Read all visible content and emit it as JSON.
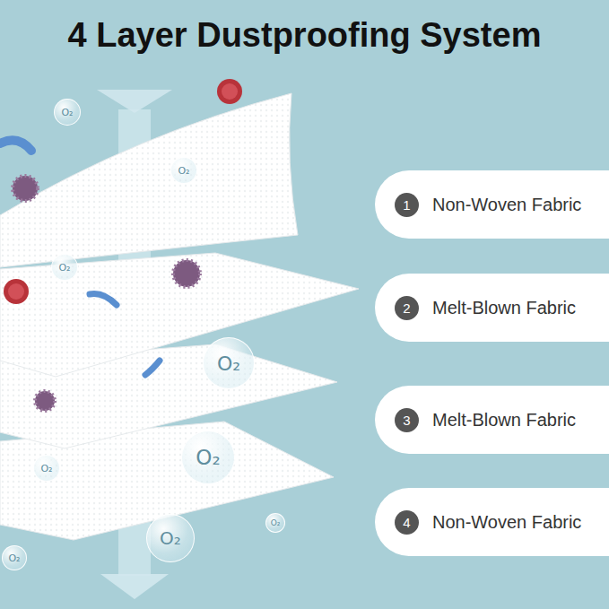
{
  "diagram": {
    "title": "4 Layer Dustproofing System",
    "nodes": [
      {
        "text": [
          "Non-Woven Fabric"
        ]
      },
      {
        "text": [
          "1"
        ],
        "in": 0
      },
      {
        "text": [
          "Melt-Blown Fabric"
        ]
      },
      {
        "text": [
          "2"
        ],
        "in": 2
      },
      {
        "text": [
          "Melt-Blown Fabric"
        ]
      },
      {
        "text": [
          "3"
        ],
        "in": 4
      },
      {
        "text": [
          "Non-Woven Fabric"
        ]
      },
      {
        "text": [
          "4"
        ],
        "in": 6
      },
      {
        "text": [
          "O₂"
        ]
      },
      {
        "text": [
          "O₂"
        ]
      },
      {
        "text": [
          "O₂"
        ]
      },
      {
        "text": [
          "O₂"
        ]
      },
      {
        "text": [
          "O₂"
        ]
      },
      {
        "text": [
          "O₂"
        ]
      },
      {
        "text": [
          "O₂"
        ]
      },
      {
        "text": [
          "O₂"
        ]
      },
      {
        "text": [
          "O₂"
        ]
      }
    ]
  }
}
